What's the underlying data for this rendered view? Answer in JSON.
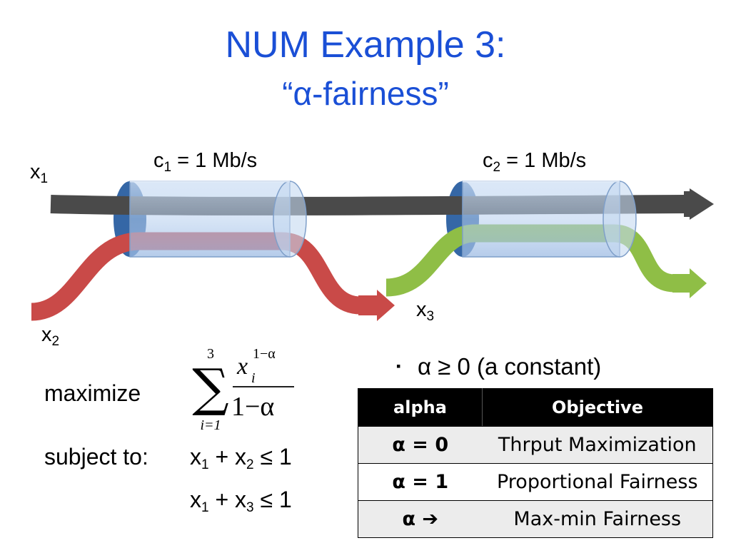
{
  "title": {
    "line1": "NUM Example 3:",
    "line2": "“α-fairness”"
  },
  "diagram": {
    "link1": {
      "c": "c",
      "sub": "1",
      "rest": " = 1 Mb/s"
    },
    "link2": {
      "c": "c",
      "sub": "2",
      "rest": " = 1 Mb/s"
    },
    "flow1": {
      "x": "x",
      "sub": "1"
    },
    "flow2": {
      "x": "x",
      "sub": "2"
    },
    "flow3": {
      "x": "x",
      "sub": "3"
    },
    "colors": {
      "flow1": "#4a4a4a",
      "flow2": "#c94a48",
      "flow3": "#8fbe46",
      "pipe": "#a9c6ea",
      "pipe_end": "#3567a6"
    }
  },
  "problem": {
    "maximize": "maximize",
    "sum_upper": "3",
    "sum_lower": "i=1",
    "numerator_var": "x",
    "numerator_sub": "i",
    "numerator_sup": "1−α",
    "denominator": "1−α",
    "subject_to": "subject to:",
    "constraint1": {
      "a": "x",
      "a_sub": "1",
      "op": " + ",
      "b": "x",
      "b_sub": "2",
      "rhs": " ≤ 1"
    },
    "constraint2": {
      "a": "x",
      "a_sub": "1",
      "op": " + ",
      "b": "x",
      "b_sub": "3",
      "rhs": " ≤ 1"
    }
  },
  "bullet": {
    "marker": "▪",
    "text": "α ≥ 0  (a constant)"
  },
  "table": {
    "headers": [
      "alpha",
      "Objective"
    ],
    "rows": [
      {
        "alpha": "α = 0",
        "objective": "Thrput Maximization"
      },
      {
        "alpha": "α = 1",
        "objective": "Proportional Fairness"
      },
      {
        "alpha": "α ➔",
        "objective": "Max-min Fairness"
      }
    ]
  }
}
